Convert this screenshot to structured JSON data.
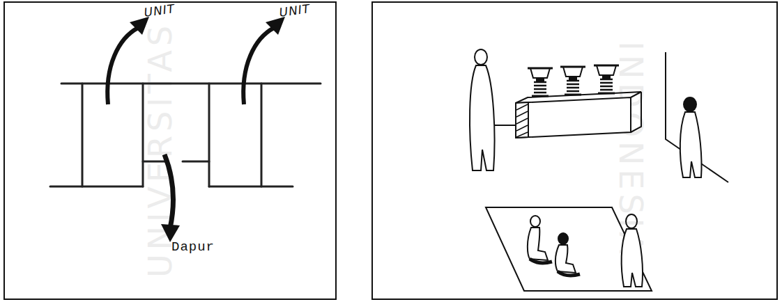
{
  "diagram": {
    "labels": [
      "UNIT",
      "UNIT",
      "Dapur",
      "UNIVERSITAS",
      "INDONESIA"
    ]
  }
}
